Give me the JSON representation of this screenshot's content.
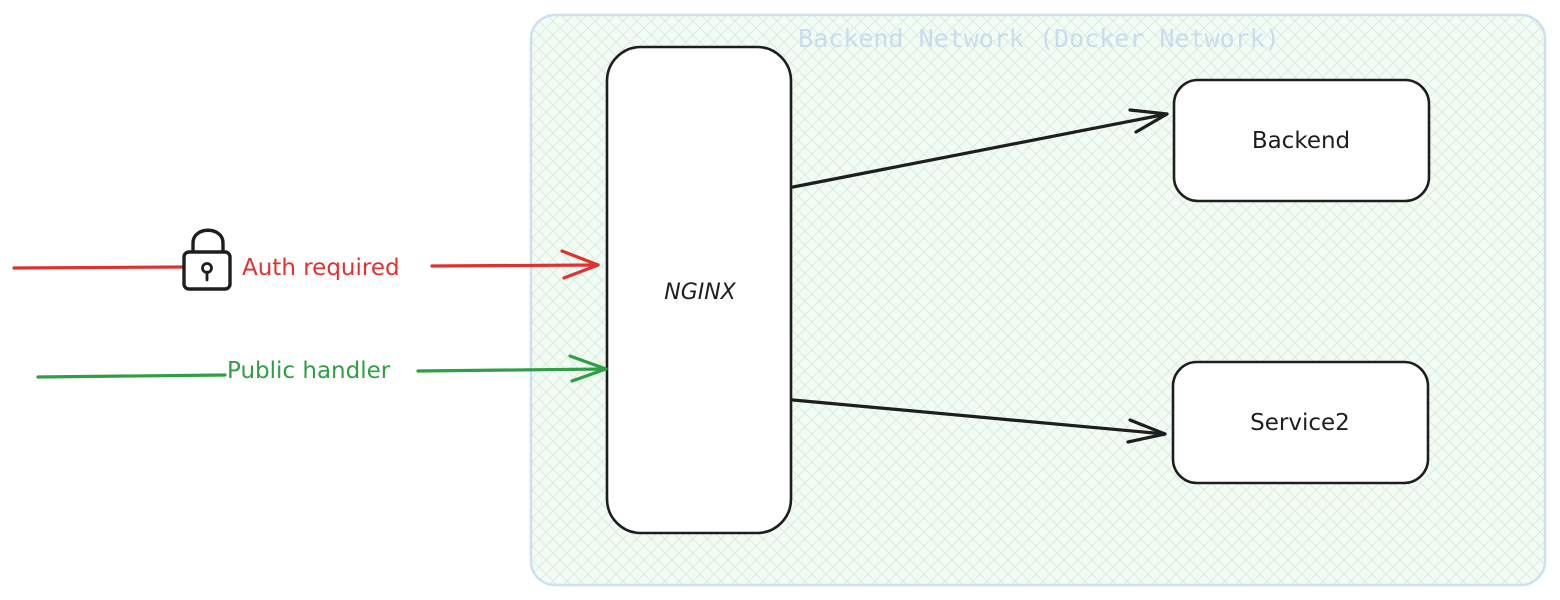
{
  "colors": {
    "background": "#ffffff",
    "network_stroke": "#cde0f2",
    "network_fill": "#f3fbf5",
    "network_hatch": "#d9eede",
    "network_label": "#c9dcee",
    "node_stroke": "#1e1e1e",
    "node_fill": "#ffffff",
    "auth_line": "#e03131",
    "public_line": "#2f9e44",
    "arrow_black": "#1e1e1e"
  },
  "network": {
    "label": "Backend Network (Docker Network)"
  },
  "nodes": {
    "nginx": {
      "label": "NGINX"
    },
    "backend": {
      "label": "Backend"
    },
    "service2": {
      "label": "Service2"
    }
  },
  "edges": {
    "auth": {
      "label": "Auth required",
      "icon": "lock-icon"
    },
    "public": {
      "label": "Public handler"
    }
  }
}
